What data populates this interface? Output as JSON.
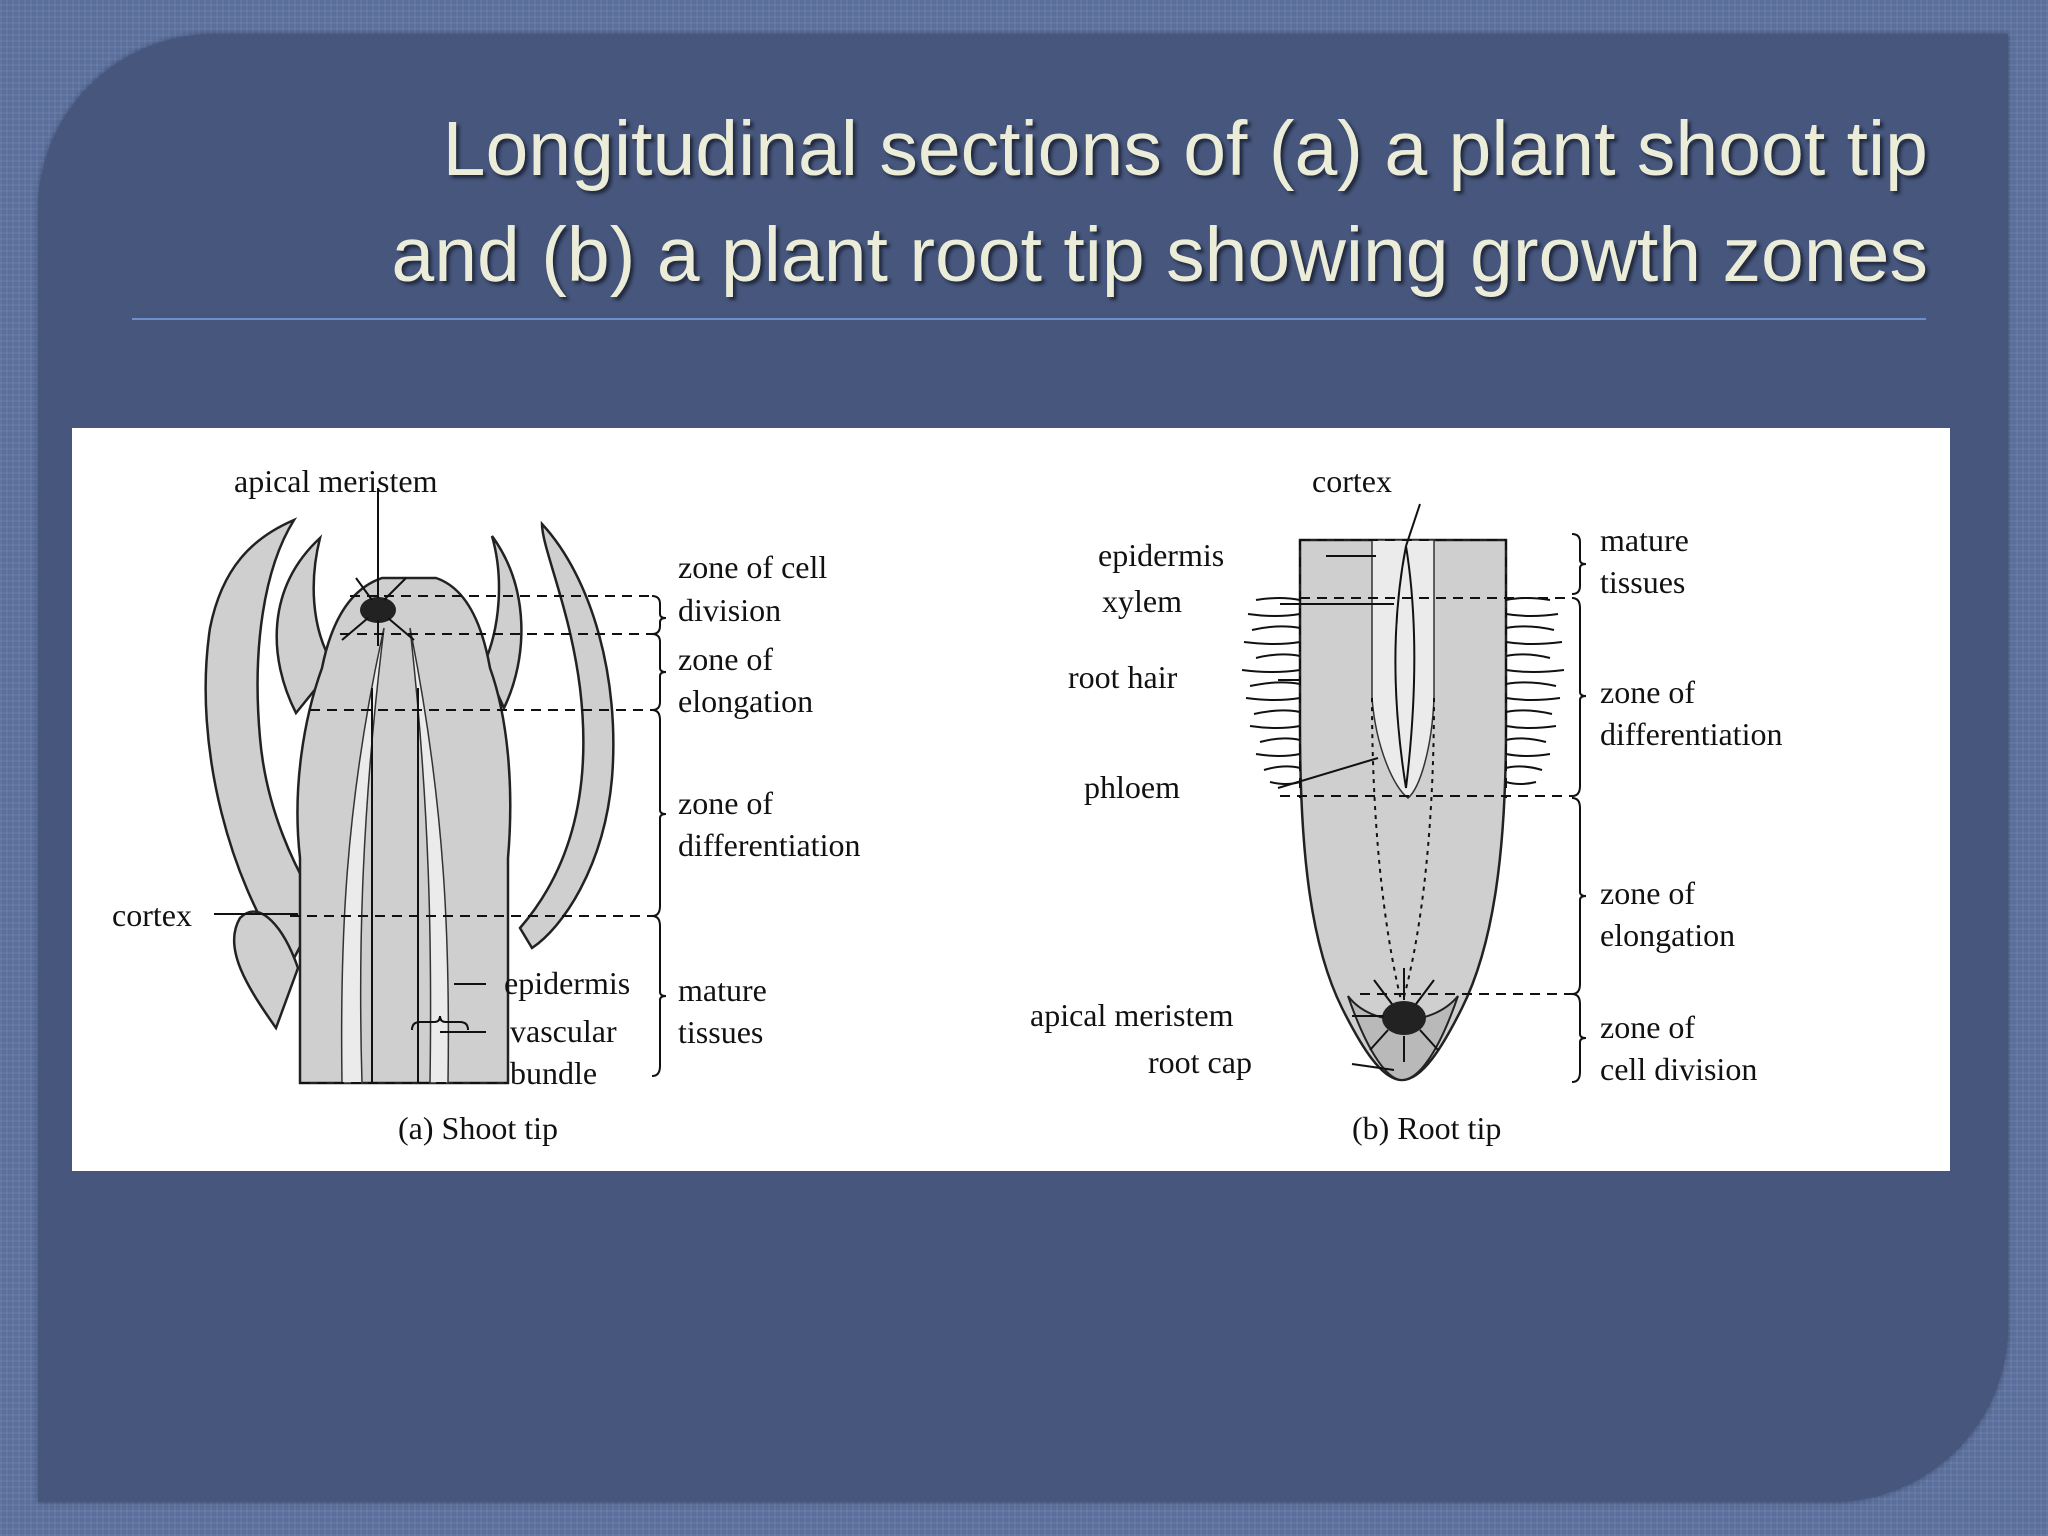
{
  "slide": {
    "title_line1": "Longitudinal sections of (a) a plant shoot tip",
    "title_line2": "and (b) a plant root tip showing growth zones"
  },
  "colors": {
    "background": "#5a6f9c",
    "slide_panel": "#46567c",
    "title_text": "#ecedd9",
    "rule": "#6f8fc8",
    "figure_bg": "#ffffff",
    "tissue_fill": "#cfcfcf"
  },
  "shoot": {
    "apical_meristem": "apical meristem",
    "cortex": "cortex",
    "epidermis": "epidermis",
    "vascular": "vascular",
    "bundle": "bundle",
    "zone_cell_division_1": "zone of cell",
    "zone_cell_division_2": "division",
    "zone_elongation_1": "zone of",
    "zone_elongation_2": "elongation",
    "zone_differentiation_1": "zone of",
    "zone_differentiation_2": "differentiation",
    "mature_1": "mature",
    "mature_2": "tissues",
    "caption": "(a)  Shoot tip"
  },
  "root": {
    "cortex": "cortex",
    "epidermis": "epidermis",
    "xylem": "xylem",
    "root_hair": "root hair",
    "phloem": "phloem",
    "apical_meristem": "apical meristem",
    "root_cap": "root cap",
    "mature_1": "mature",
    "mature_2": "tissues",
    "zone_differentiation_1": "zone of",
    "zone_differentiation_2": "differentiation",
    "zone_elongation_1": "zone of",
    "zone_elongation_2": "elongation",
    "zone_cell_division_1": "zone of",
    "zone_cell_division_2": "cell division",
    "caption": "(b)  Root tip"
  }
}
